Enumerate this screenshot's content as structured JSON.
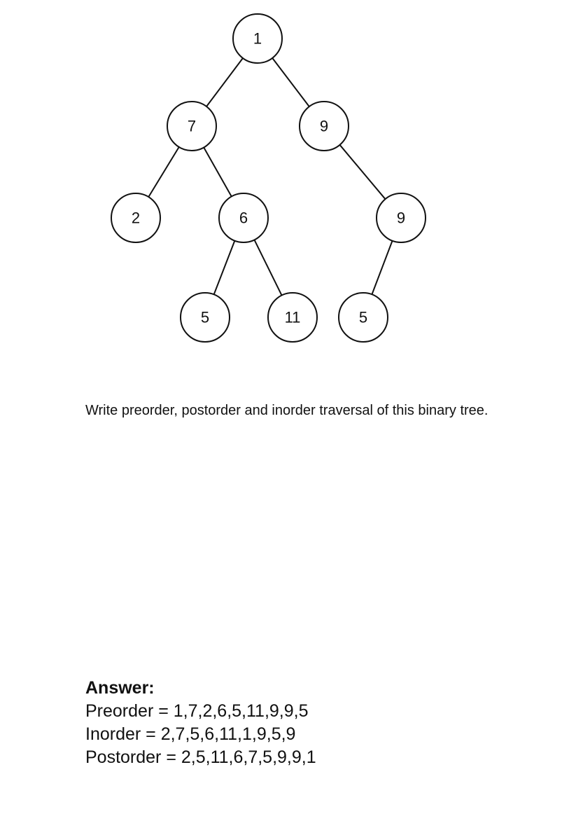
{
  "tree": {
    "nodes": [
      {
        "id": "n1",
        "label": "1"
      },
      {
        "id": "n7",
        "label": "7"
      },
      {
        "id": "n9a",
        "label": "9"
      },
      {
        "id": "n2",
        "label": "2"
      },
      {
        "id": "n6",
        "label": "6"
      },
      {
        "id": "n9b",
        "label": "9"
      },
      {
        "id": "n5a",
        "label": "5"
      },
      {
        "id": "n11",
        "label": "11"
      },
      {
        "id": "n5b",
        "label": "5"
      }
    ],
    "edges": [
      [
        "n1",
        "n7"
      ],
      [
        "n1",
        "n9a"
      ],
      [
        "n7",
        "n2"
      ],
      [
        "n7",
        "n6"
      ],
      [
        "n9a",
        "n9b"
      ],
      [
        "n6",
        "n5a"
      ],
      [
        "n6",
        "n11"
      ],
      [
        "n9b",
        "n5b"
      ]
    ]
  },
  "question": "Write preorder, postorder and inorder traversal of this binary tree.",
  "answer": {
    "heading": "Answer:",
    "preorder": "Preorder = 1,7,2,6,5,11,9,9,5",
    "inorder": "Inorder = 2,7,5,6,11,1,9,5,9",
    "postorder": "Postorder = 2,5,11,6,7,5,9,9,1"
  }
}
